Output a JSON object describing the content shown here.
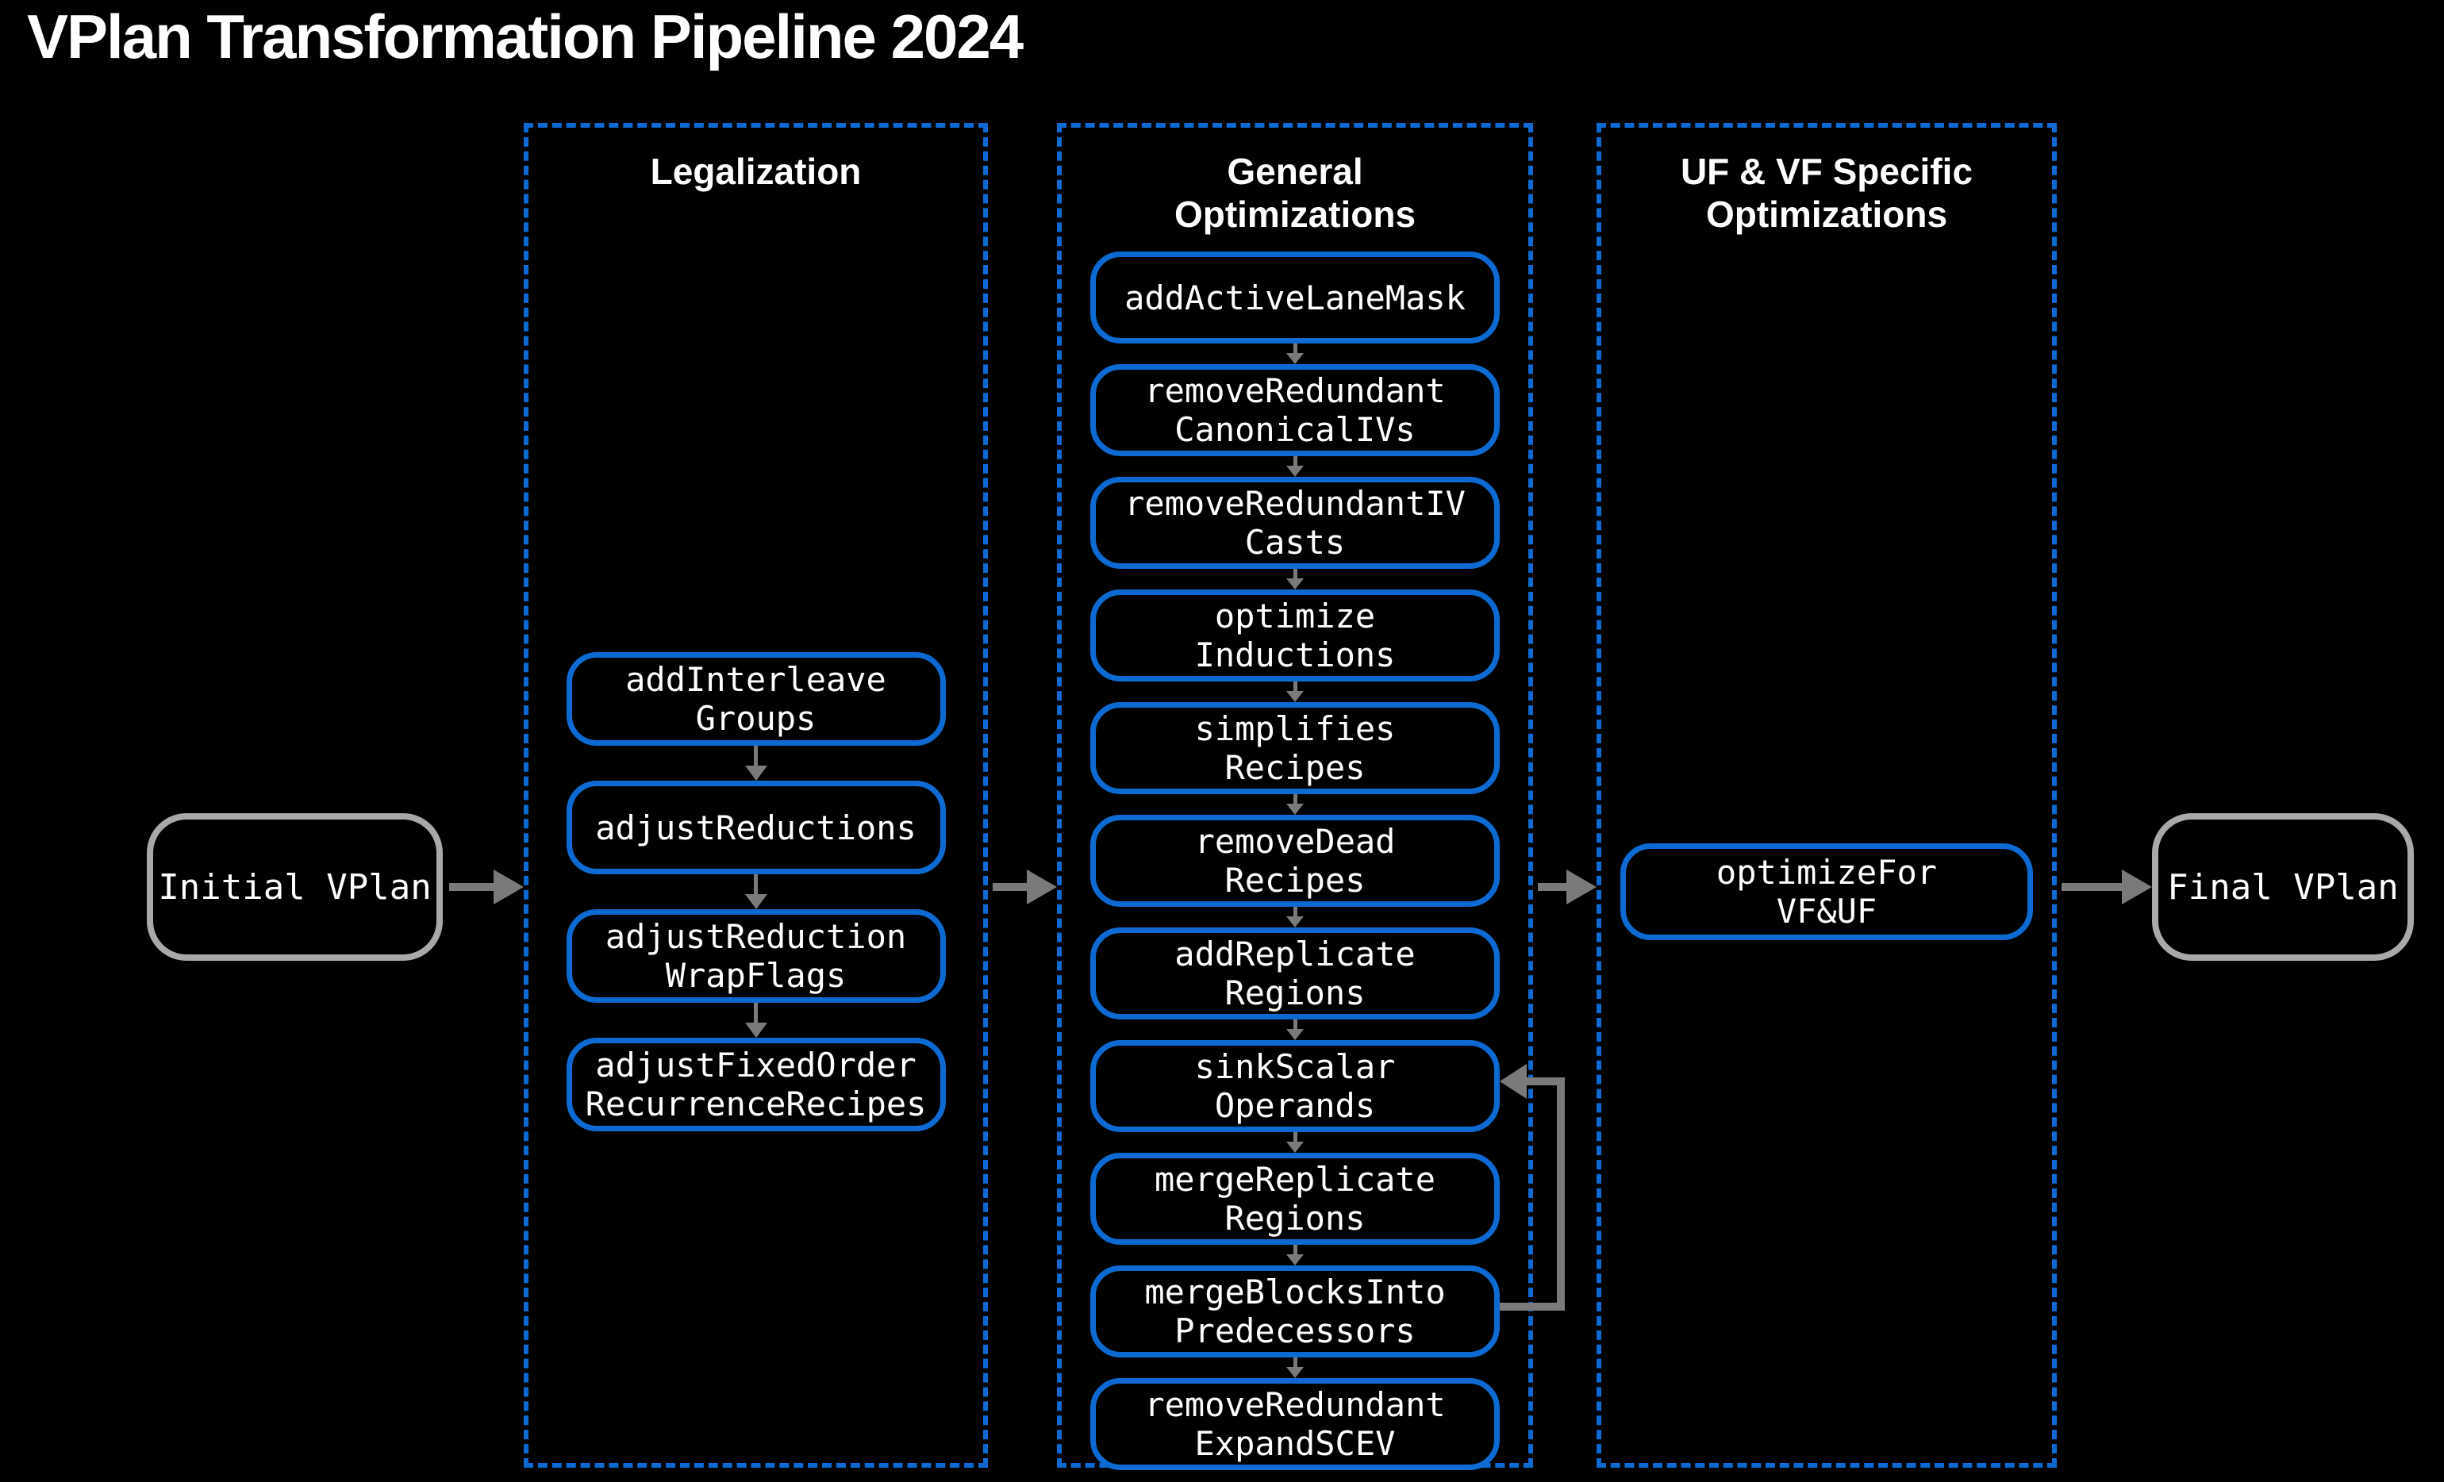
{
  "title": "VPlan Transformation Pipeline 2024",
  "nodes": {
    "initial": "Initial VPlan",
    "final": "Final VPlan"
  },
  "columns": [
    {
      "title": "Legalization",
      "boxes": [
        {
          "label": "addInterleave\nGroups"
        },
        {
          "label": "adjustReductions"
        },
        {
          "label": "adjustReduction\nWrapFlags"
        },
        {
          "label": "adjustFixedOrder\nRecurrenceRecipes"
        }
      ]
    },
    {
      "title": "General\nOptimizations",
      "boxes": [
        {
          "label": "addActiveLaneMask"
        },
        {
          "label": "removeRedundant\nCanonicalIVs"
        },
        {
          "label": "removeRedundantIV\nCasts"
        },
        {
          "label": "optimize\nInductions"
        },
        {
          "label": "simplifies\nRecipes"
        },
        {
          "label": "removeDead\nRecipes"
        },
        {
          "label": "addReplicate\nRegions"
        },
        {
          "label": "sinkScalar\nOperands"
        },
        {
          "label": "mergeReplicate\nRegions"
        },
        {
          "label": "mergeBlocksInto\nPredecessors"
        },
        {
          "label": "removeRedundant\nExpandSCEV"
        }
      ]
    },
    {
      "title": "UF & VF Specific\nOptimizations",
      "boxes": [
        {
          "label": "optimizeFor\nVF&UF"
        }
      ]
    }
  ],
  "flow": [
    "Initial VPlan",
    "Legalization",
    "General Optimizations",
    "UF & VF Specific Optimizations",
    "Final VPlan"
  ],
  "feedback_edge": {
    "from": "mergeBlocksInto Predecessors",
    "to": "sinkScalar Operands"
  },
  "colors": {
    "accent_blue": "#0d6ad2",
    "arrow_gray": "#7a7a7a",
    "node_border_gray": "#a9a9a9",
    "background": "#000000",
    "text": "#ffffff"
  }
}
